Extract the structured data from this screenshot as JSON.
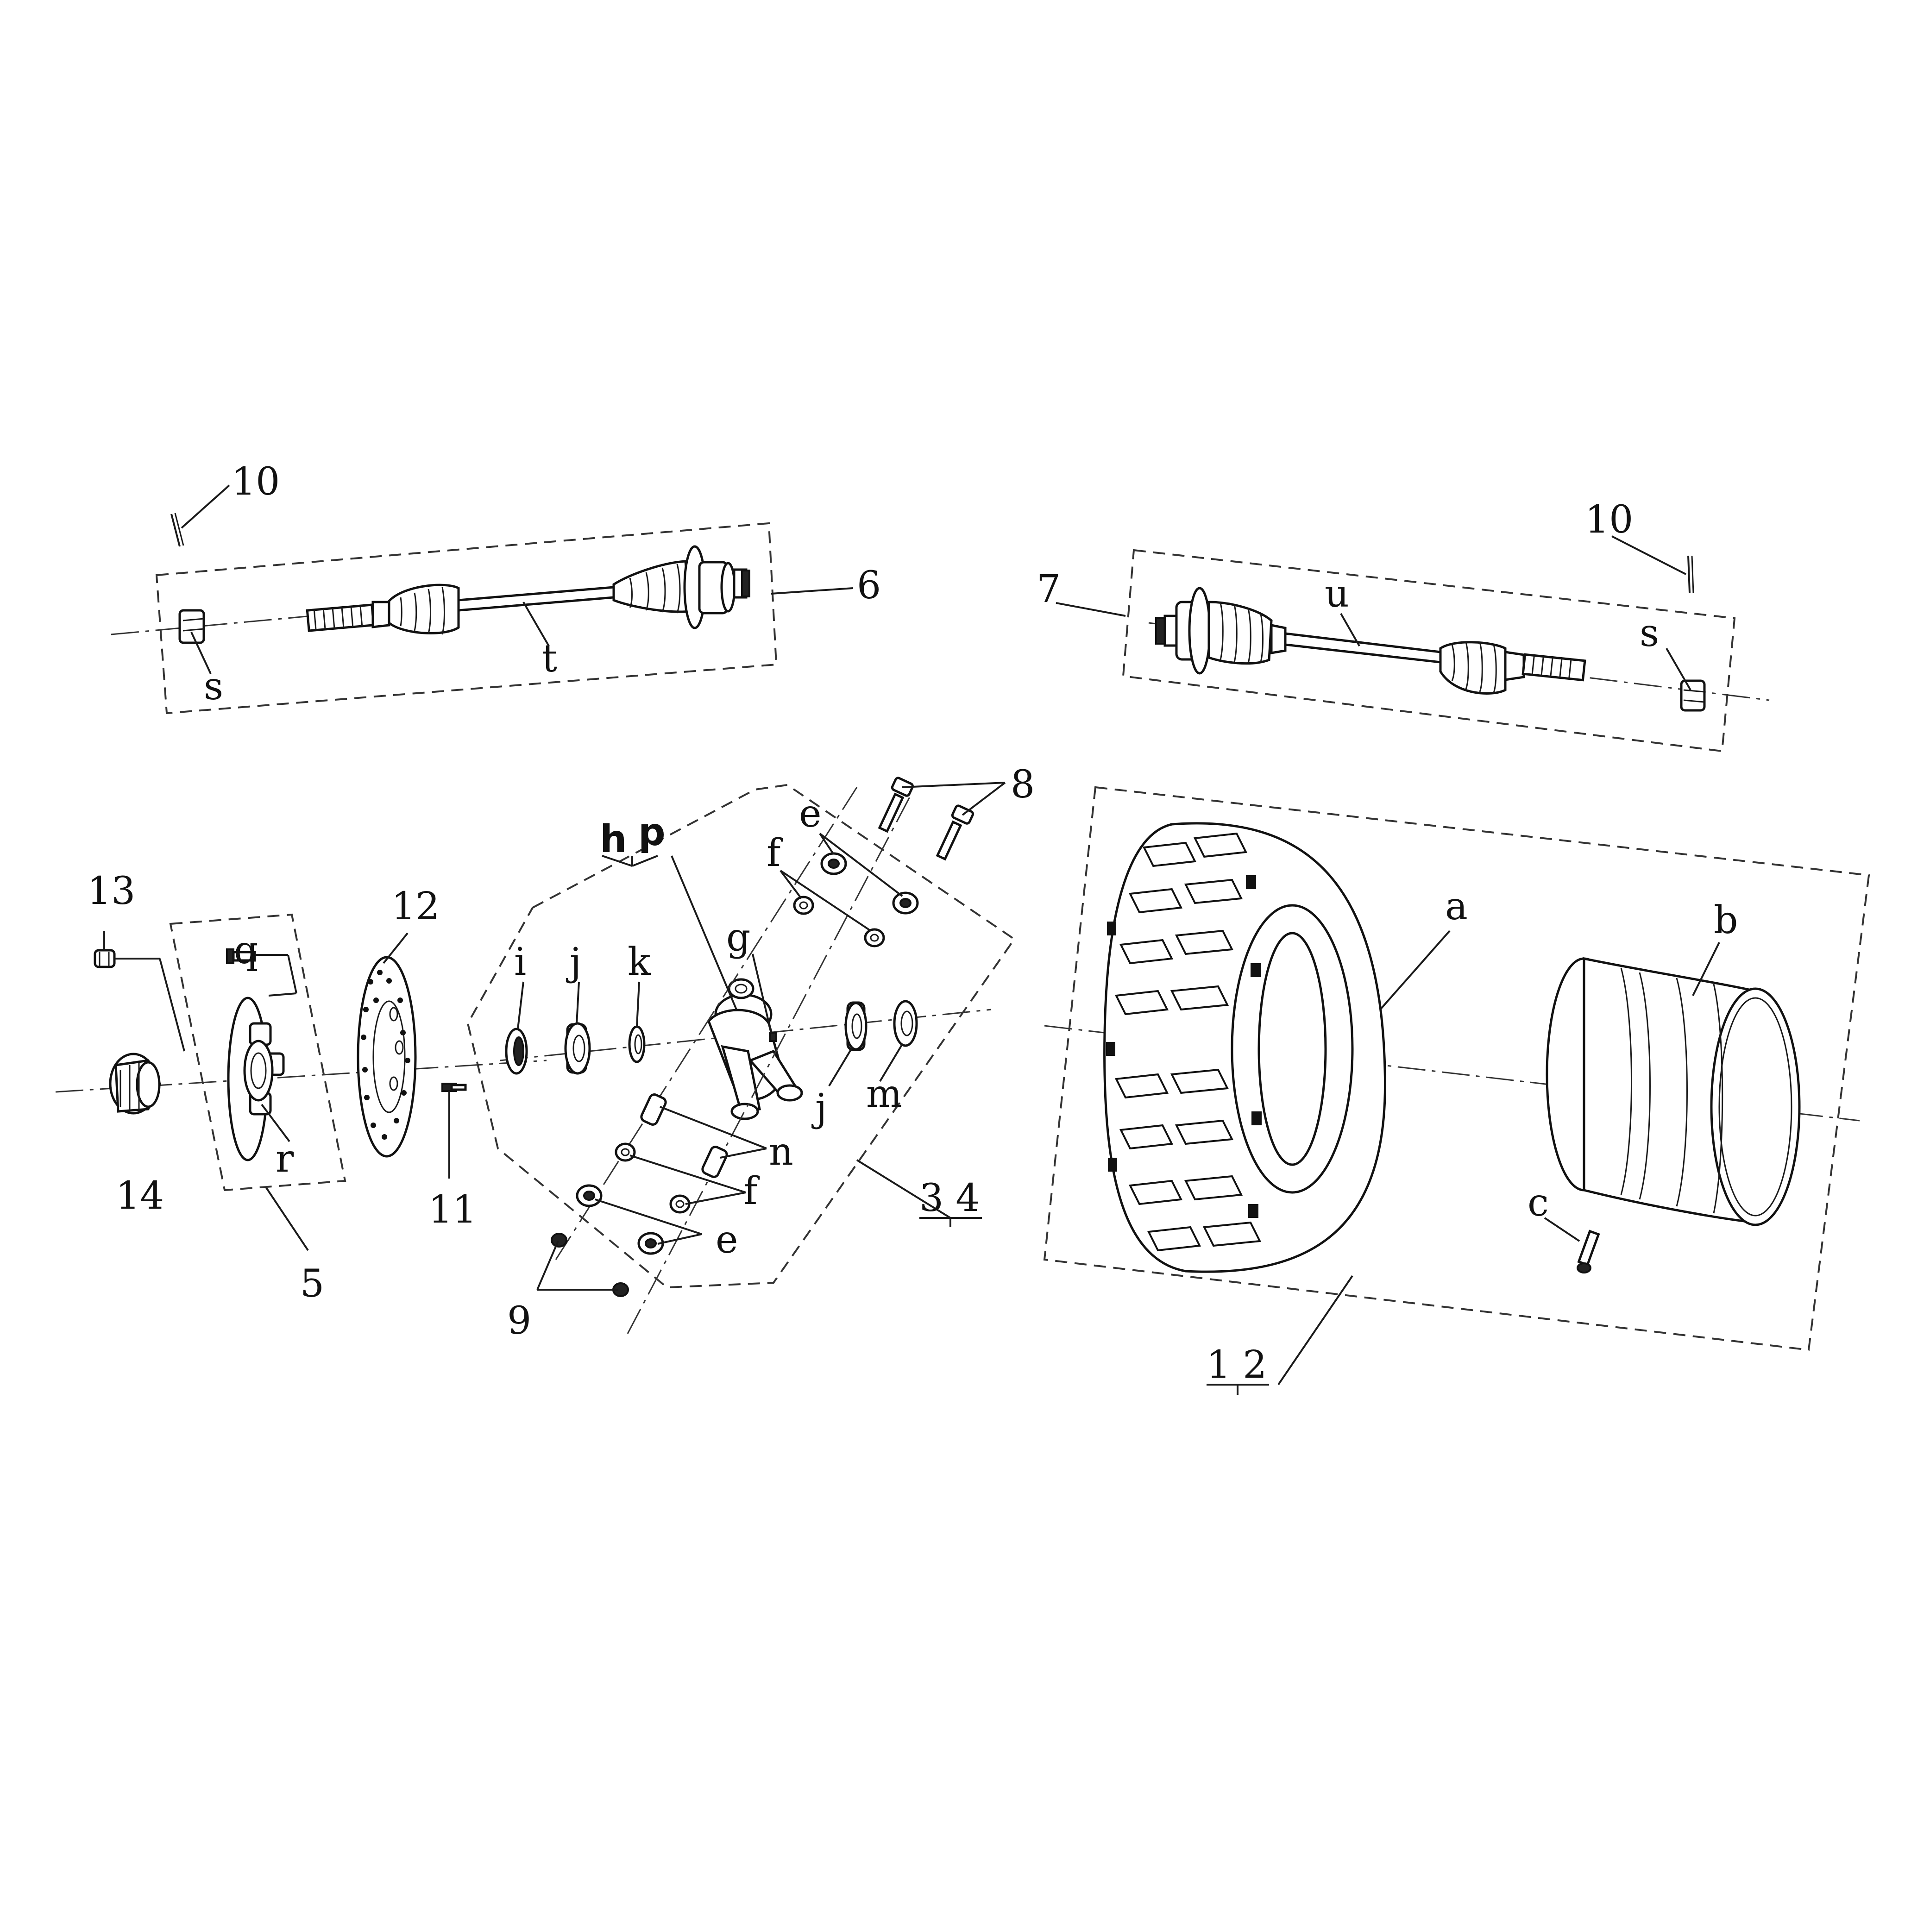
{
  "callouts": {
    "c10a": "10",
    "c10b": "10",
    "c6": "6",
    "c7": "7",
    "s1": "s",
    "s2": "s",
    "t": "t",
    "u": "u",
    "c8": "8",
    "e1": "e",
    "f1": "f",
    "hp_h": "h",
    "hp_p": "p",
    "g": "g",
    "c13": "13",
    "c12": "12",
    "q": "q",
    "i": "i",
    "j1": "j",
    "k": "k",
    "a": "a",
    "b": "b",
    "j2": "j",
    "m": "m",
    "n": "n",
    "f2": "f",
    "c34": "3  4",
    "e2": "e",
    "c14": "14",
    "r": "r",
    "c11": "11",
    "c5": "5",
    "c9": "9",
    "c": "c",
    "c12b": "1  2"
  }
}
